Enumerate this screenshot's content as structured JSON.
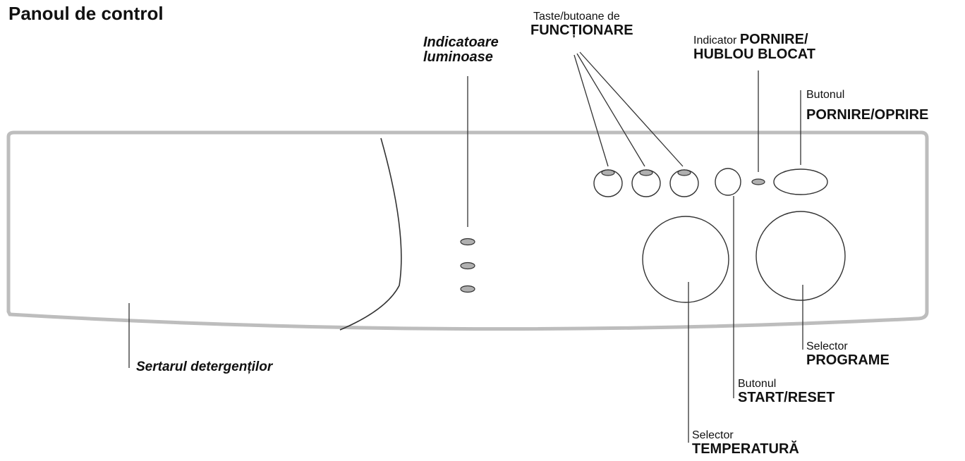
{
  "title": "Panoul de control",
  "labels": {
    "indicatoare_line1": "Indicatoare",
    "indicatoare_line2": "luminoase",
    "taste_small": "Taste/butoane de",
    "taste_big": "FUNCȚIONARE",
    "indicator_small": "Indicator",
    "indicator_big1": "PORNIRE/",
    "indicator_big2": "HUBLOU BLOCAT",
    "pornire_small": "Butonul",
    "pornire_big": "PORNIRE/OPRIRE",
    "sertar": "Sertarul detergenților",
    "programe_small": "Selector",
    "programe_big": "PROGRAME",
    "start_small": "Butonul",
    "start_big": "START/RESET",
    "temp_small": "Selector",
    "temp_big": "TEMPERATURĂ"
  }
}
